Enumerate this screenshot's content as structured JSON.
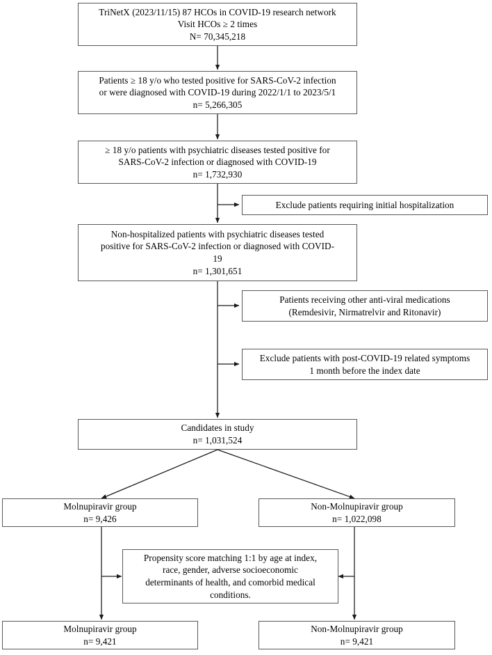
{
  "diagram": {
    "title": "Study population selection flow diagram",
    "nodes": {
      "source_cohort": {
        "name": "source-cohort-box",
        "lines": [
          "TriNetX (2023/11/15) 87 HCOs in COVID-19 research network",
          "Visit HCOs ≥ 2 times",
          "N= 70,345,218"
        ]
      },
      "adult_covid": {
        "name": "adult-covid-positive-box",
        "lines": [
          "Patients ≥ 18 y/o who tested positive for SARS-CoV-2 infection",
          "or were diagnosed with COVID-19 during 2022/1/1 to 2023/5/1",
          "n= 5,266,305"
        ]
      },
      "psych_covid": {
        "name": "psychiatric-covid-box",
        "lines": [
          "≥ 18 y/o patients with psychiatric diseases tested positive for",
          "SARS-CoV-2 infection or diagnosed with COVID-19",
          "n= 1,732,930"
        ]
      },
      "exclude_hospitalization": {
        "name": "exclude-initial-hospitalization-box",
        "lines": [
          "Exclude patients requiring initial hospitalization"
        ]
      },
      "nonhospitalized": {
        "name": "non-hospitalized-psychiatric-box",
        "lines": [
          "Non-hospitalized patients with psychiatric diseases tested",
          "positive for SARS-CoV-2 infection or diagnosed with COVID-",
          "19",
          "n= 1,301,651"
        ]
      },
      "exclude_antivirals": {
        "name": "exclude-other-antivirals-box",
        "lines": [
          "Patients receiving other anti-viral medications",
          "(Remdesivir, Nirmatrelvir and Ritonavir)"
        ]
      },
      "exclude_post_covid": {
        "name": "exclude-post-covid-symptoms-box",
        "lines": [
          "Exclude patients with post-COVID-19 related symptoms",
          "1 month before the index date"
        ]
      },
      "candidates": {
        "name": "candidates-in-study-box",
        "lines": [
          "Candidates in study",
          "n= 1,031,524"
        ]
      },
      "molnupiravir_pre": {
        "name": "molnupiravir-group-prematch-box",
        "lines": [
          "Molnupiravir group",
          "n= 9,426"
        ]
      },
      "non_molnupiravir_pre": {
        "name": "non-molnupiravir-group-prematch-box",
        "lines": [
          "Non-Molnupiravir group",
          "n= 1,022,098"
        ]
      },
      "propensity": {
        "name": "propensity-score-matching-box",
        "lines": [
          "Propensity score matching 1:1 by age at index,",
          "race, gender, adverse socioeconomic",
          "determinants of health, and comorbid medical",
          "conditions."
        ]
      },
      "molnupiravir_post": {
        "name": "molnupiravir-group-matched-box",
        "lines": [
          "Molnupiravir group",
          "n= 9,421"
        ]
      },
      "non_molnupiravir_post": {
        "name": "non-molnupiravir-group-matched-box",
        "lines": [
          "Non-Molnupiravir group",
          "n= 9,421"
        ]
      }
    },
    "colors": {
      "box_border": "#55585c",
      "connector": "#1a1a1a",
      "background": "#ffffff",
      "text": "#000000"
    }
  }
}
